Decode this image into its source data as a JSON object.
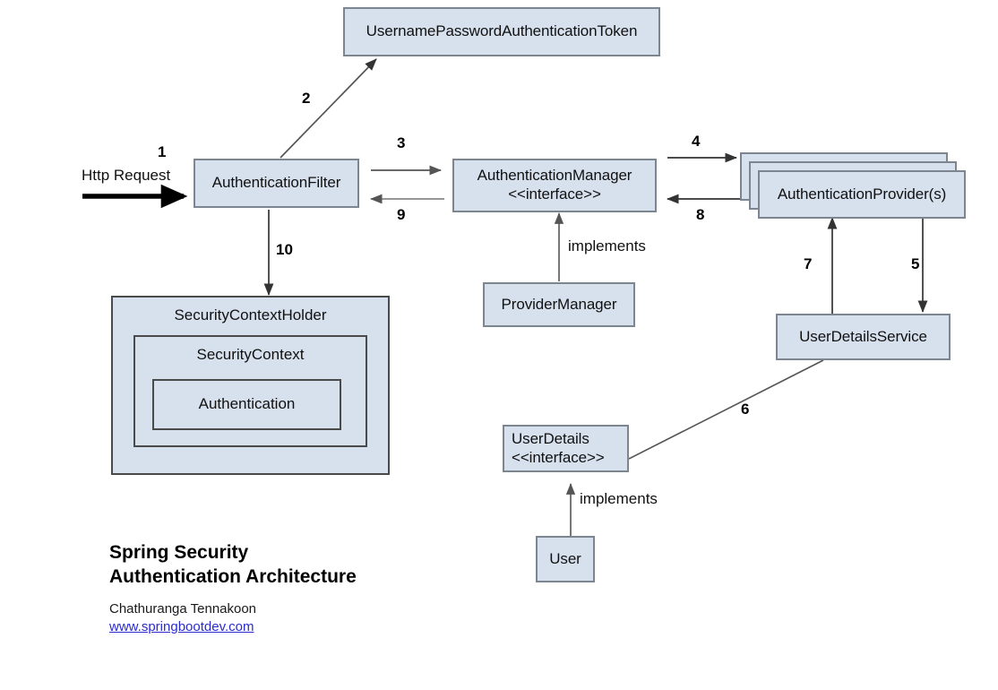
{
  "diagram": {
    "title_lines": [
      "Spring Security",
      "Authentication Architecture"
    ],
    "author": "Chathuranga Tennakoon",
    "website": "www.springbootdev.com",
    "colors": {
      "box_fill": "#d7e1ee",
      "box_border": "#7d8591",
      "nested_border": "#4a4a4a",
      "link": "#2b2bd0",
      "arrow": "#555555",
      "bold_arrow": "#000000",
      "background": "#ffffff"
    },
    "nodes": {
      "token": "UsernamePasswordAuthenticationToken",
      "auth_filter": "AuthenticationFilter",
      "auth_manager": "AuthenticationManager\n<<interface>>",
      "auth_provider": "AuthenticationProvider(s)",
      "provider_manager": "ProviderManager",
      "user_details_service": "UserDetailsService",
      "user_details": "UserDetails\n<<interface>>",
      "user": "User",
      "security_context_holder": "SecurityContextHolder",
      "security_context": "SecurityContext",
      "authentication": "Authentication"
    },
    "labels": {
      "http_request": "Http Request",
      "implements_manager": "implements",
      "implements_userdetails": "implements"
    },
    "step_numbers": {
      "s1": "1",
      "s2": "2",
      "s3": "3",
      "s4": "4",
      "s5": "5",
      "s6": "6",
      "s7": "7",
      "s8": "8",
      "s9": "9",
      "s10": "10"
    }
  }
}
